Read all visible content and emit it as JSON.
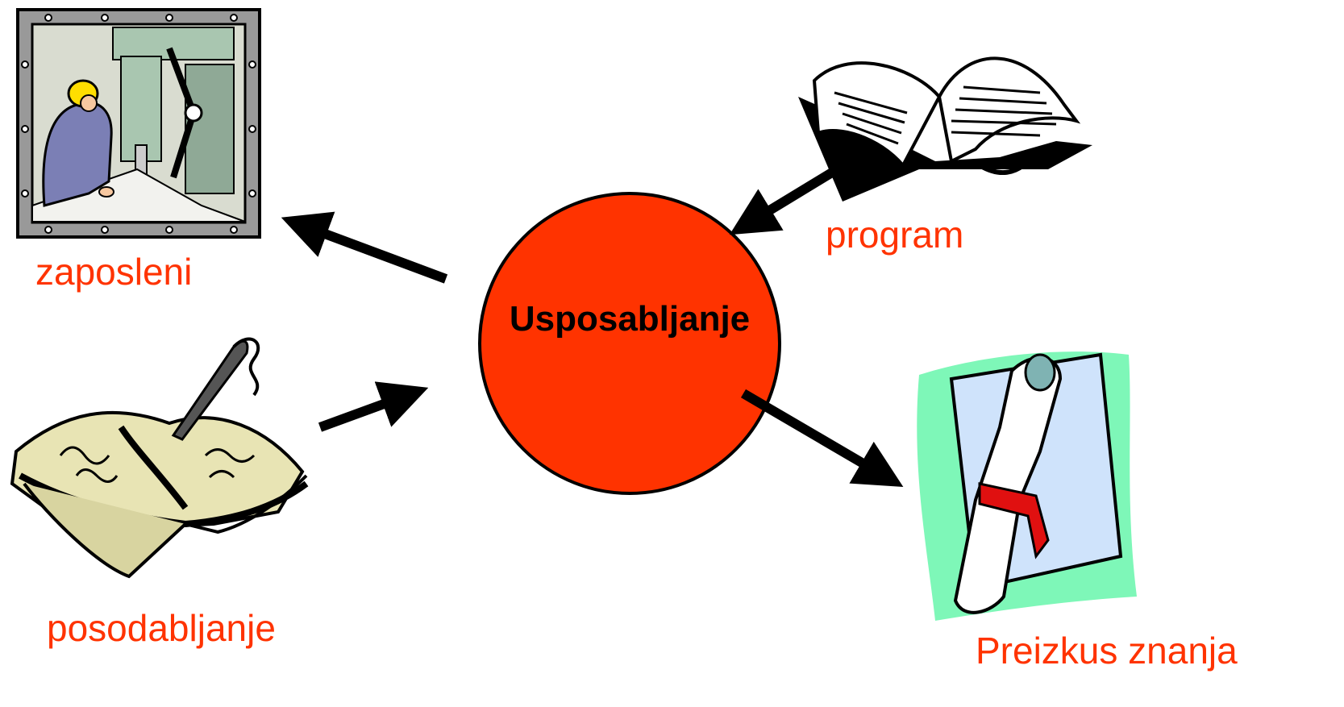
{
  "center": {
    "label": "Usposabljanje",
    "color": "#ff3300"
  },
  "nodes": {
    "zaposleni": {
      "label": "zaposleni",
      "icon": "worker-at-drill-press-icon"
    },
    "program": {
      "label": "program",
      "icon": "open-book-icon"
    },
    "posodabljanje": {
      "label": "posodabljanje",
      "icon": "writing-quill-on-book-icon"
    },
    "preizkus": {
      "label": "Preizkus znanja",
      "icon": "diploma-scroll-icon"
    }
  },
  "colors": {
    "label_text": "#ff3300",
    "arrow": "#000000"
  }
}
